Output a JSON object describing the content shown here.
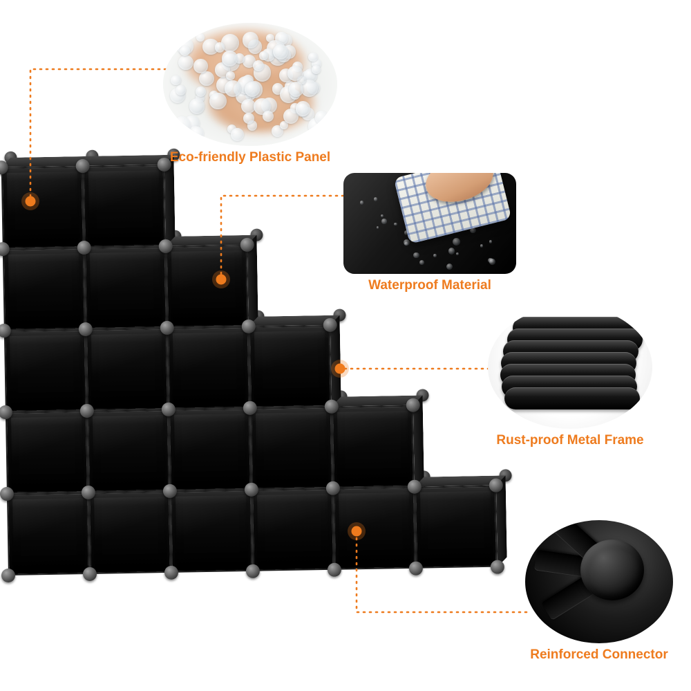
{
  "accent_color": "#ee7b1e",
  "canvas": {
    "background": "#ffffff"
  },
  "product": {
    "name": "Black cube storage shoe rack in staircase arrangement",
    "columns": [
      5,
      5,
      4,
      3,
      2,
      1
    ]
  },
  "callouts": [
    {
      "id": "plastic-panel",
      "label": "Eco-friendly Plastic Panel",
      "image": "hands-holding-plastic-pellets-photo"
    },
    {
      "id": "waterproof",
      "label": "Waterproof Material",
      "image": "hand-wiping-wet-panel-with-towel-photo"
    },
    {
      "id": "metal-frame",
      "label": "Rust-proof Metal Frame",
      "image": "stacked-black-metal-frames-photo"
    },
    {
      "id": "connector",
      "label": "Reinforced Connector",
      "image": "connector-ball-closeup-photo"
    }
  ]
}
